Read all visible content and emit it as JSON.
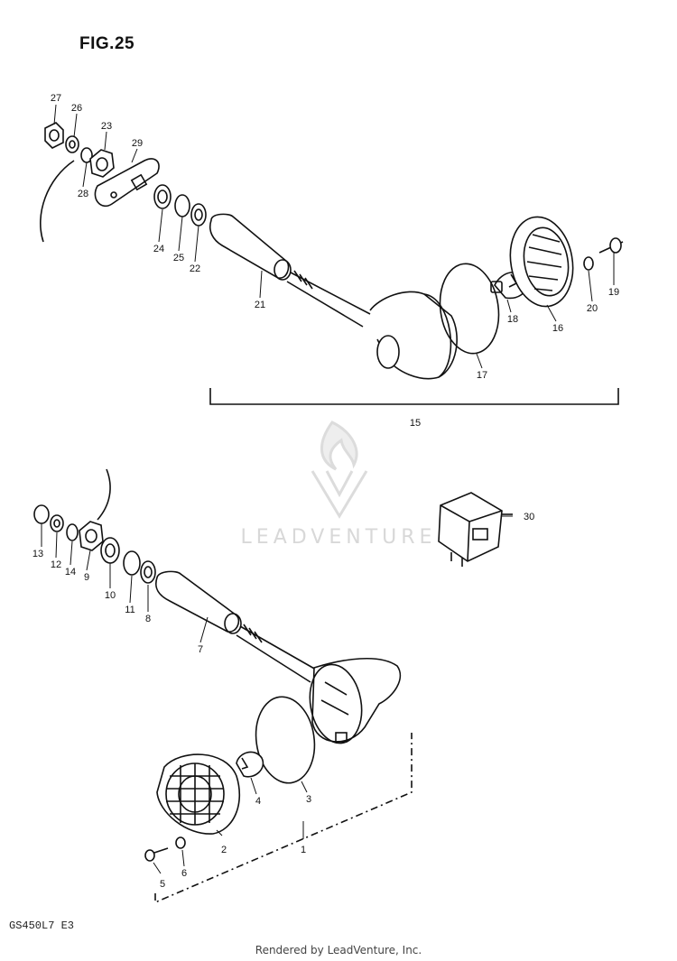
{
  "figure": {
    "title": "FIG.25",
    "model_code": "GS450L7  E3",
    "credit": "Rendered by LeadVenture, Inc.",
    "watermark": "LEADVENTURE"
  },
  "callouts": [
    "1",
    "2",
    "3",
    "4",
    "5",
    "6",
    "7",
    "8",
    "9",
    "10",
    "11",
    "12",
    "13",
    "14",
    "15",
    "16",
    "17",
    "18",
    "19",
    "20",
    "21",
    "22",
    "23",
    "24",
    "25",
    "26",
    "27",
    "28",
    "29",
    "30"
  ],
  "colors": {
    "ink": "#111111",
    "watermark": "#d8d8d8"
  }
}
